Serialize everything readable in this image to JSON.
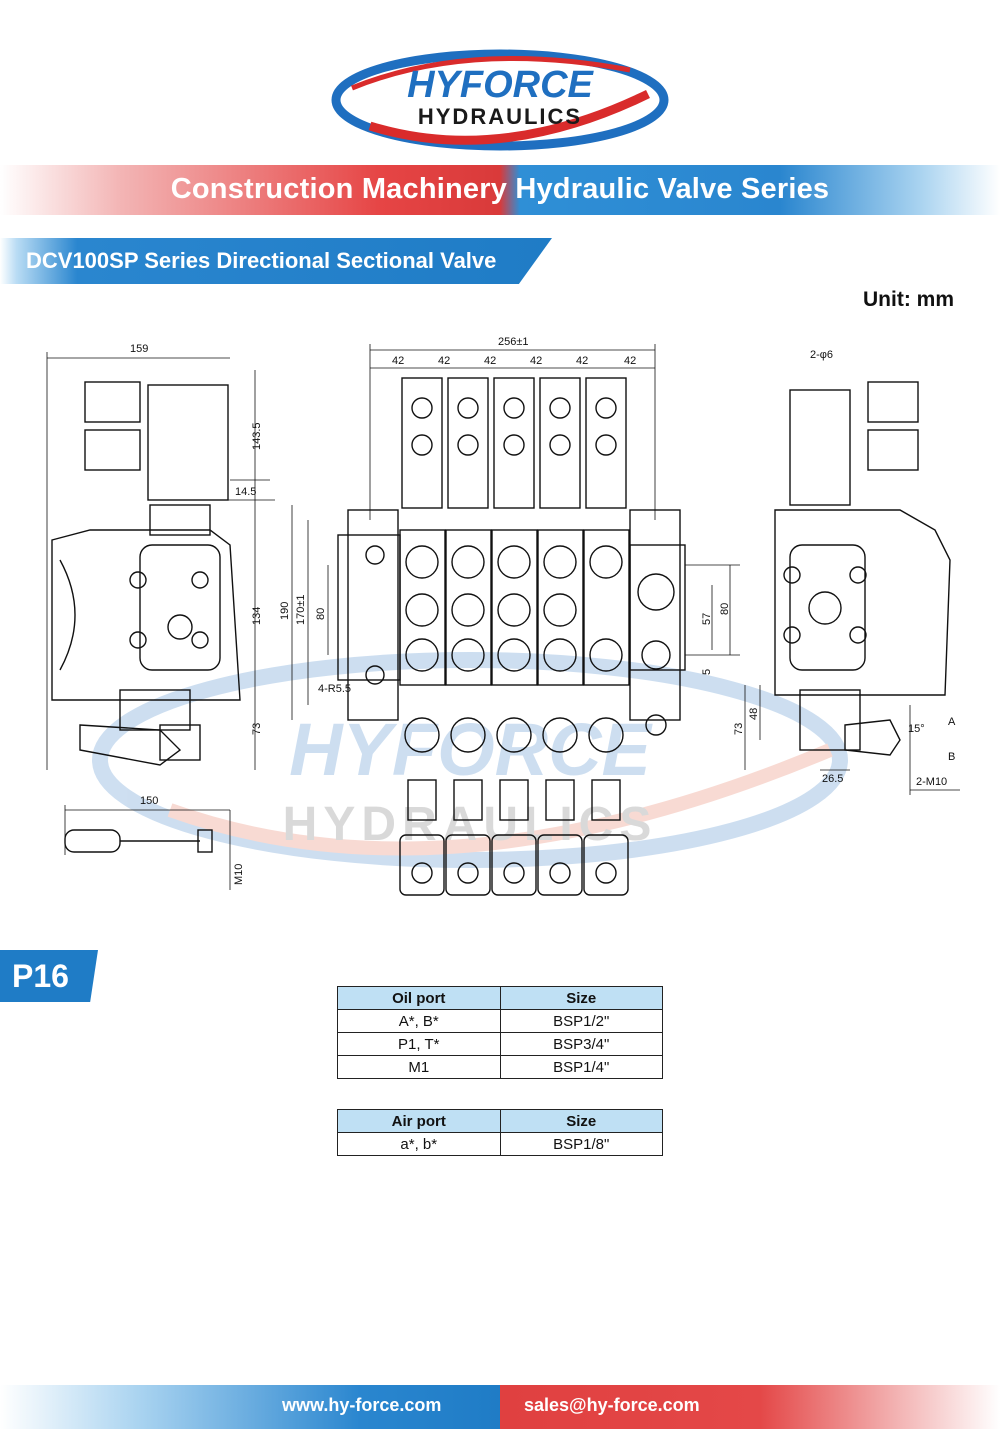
{
  "logo": {
    "line1": "HYFORCE",
    "line2": "HYDRAULICS",
    "colors": {
      "blue": "#1f6fc0",
      "red": "#d92b2b",
      "dark": "#1a1a1a"
    }
  },
  "series_banner": {
    "text": "Construction Machinery Hydraulic Valve Series"
  },
  "product_banner": {
    "text": "DCV100SP Series Directional Sectional Valve"
  },
  "unit": "Unit: mm",
  "drawing": {
    "dims_left": {
      "width": "159",
      "upper_height": "143.5",
      "offset": "14.5",
      "body_height": "134",
      "handle_drop": "73",
      "handle_length": "150",
      "thread": "M10"
    },
    "dims_front": {
      "overall_width": "256±1",
      "pitch": [
        "42",
        "42",
        "42",
        "42",
        "42",
        "42"
      ],
      "height": "190",
      "mount_height": "170±1",
      "port_height_left": "80",
      "holes": "4-R5.5",
      "port_offset": "57",
      "port_height_right": "80",
      "bottom_offset": "5"
    },
    "dims_right": {
      "air_ports": "2-φ6",
      "handle_drop": "73",
      "lever_height": "48",
      "offset": "26.5",
      "thread": "2-M10",
      "angle": "15°",
      "port_a": "A",
      "port_b": "B"
    }
  },
  "page_tag": "P16",
  "oil_table": {
    "headers": [
      "Oil port",
      "Size"
    ],
    "rows": [
      [
        "A*, B*",
        "BSP1/2\""
      ],
      [
        "P1, T*",
        "BSP3/4\""
      ],
      [
        "M1",
        "BSP1/4\""
      ]
    ]
  },
  "air_table": {
    "headers": [
      "Air port",
      "Size"
    ],
    "rows": [
      [
        "a*, b*",
        "BSP1/8\""
      ]
    ]
  },
  "footer": {
    "website": "www.hy-force.com",
    "email": "sales@hy-force.com"
  },
  "watermark": {
    "line1": "HYFORCE",
    "line2": "HYDRAULICS"
  }
}
